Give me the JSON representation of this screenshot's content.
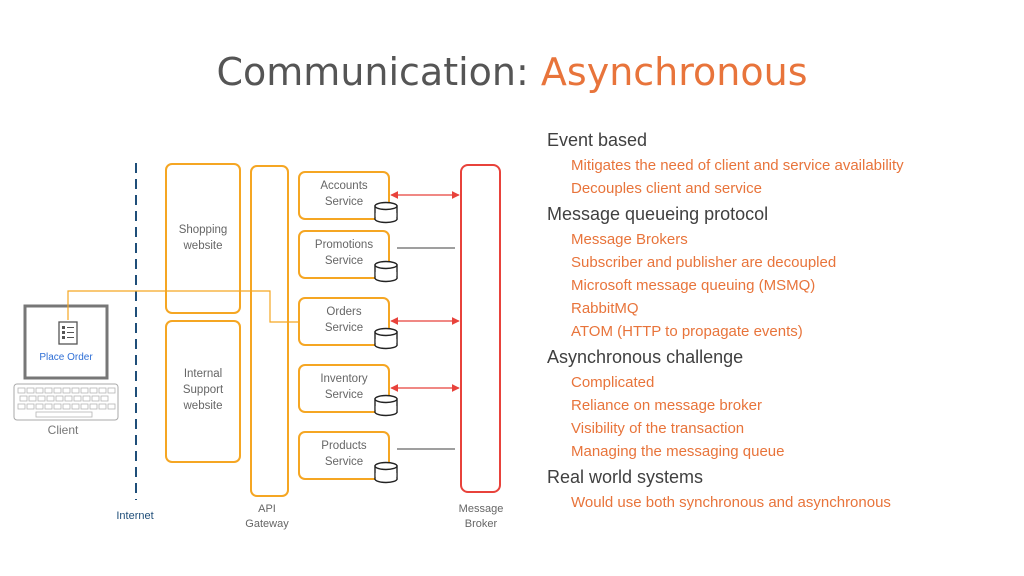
{
  "title": {
    "prefix": "Communication: ",
    "accent": "Asynchronous"
  },
  "diagram": {
    "client": {
      "button": "Place Order",
      "label": "Client"
    },
    "internet_label": "Internet",
    "shopping_website": [
      "Shopping",
      "website"
    ],
    "internal_support_website": [
      "Internal",
      "Support",
      "website"
    ],
    "api_gateway": [
      "API",
      "Gateway"
    ],
    "message_broker": [
      "Message",
      "Broker"
    ],
    "services": [
      {
        "id": "accounts",
        "lines": [
          "Accounts",
          "Service"
        ],
        "arrow": "bidirectional"
      },
      {
        "id": "promotions",
        "lines": [
          "Promotions",
          "Service"
        ],
        "arrow": "line"
      },
      {
        "id": "orders",
        "lines": [
          "Orders",
          "Service"
        ],
        "arrow": "bidirectional"
      },
      {
        "id": "inventory",
        "lines": [
          "Inventory",
          "Service"
        ],
        "arrow": "bidirectional"
      },
      {
        "id": "products",
        "lines": [
          "Products",
          "Service"
        ],
        "arrow": "line"
      }
    ],
    "colors": {
      "orange": "#f5a623",
      "red": "#e8423b",
      "internet_line": "#1f4e79",
      "gray": "#666666"
    }
  },
  "sections": [
    {
      "heading": "Event based",
      "items": [
        "Mitigates the need of client and service availability",
        "Decouples client and service"
      ]
    },
    {
      "heading": "Message queueing protocol",
      "items": [
        "Message Brokers",
        "Subscriber and publisher are decoupled",
        "Microsoft message queuing (MSMQ)",
        "RabbitMQ",
        "ATOM (HTTP to propagate events)"
      ]
    },
    {
      "heading": "Asynchronous challenge",
      "items": [
        "Complicated",
        "Reliance on message broker",
        "Visibility of the transaction",
        "Managing the messaging queue"
      ]
    },
    {
      "heading": "Real world systems",
      "items": [
        "Would use both synchronous and asynchronous"
      ]
    }
  ]
}
